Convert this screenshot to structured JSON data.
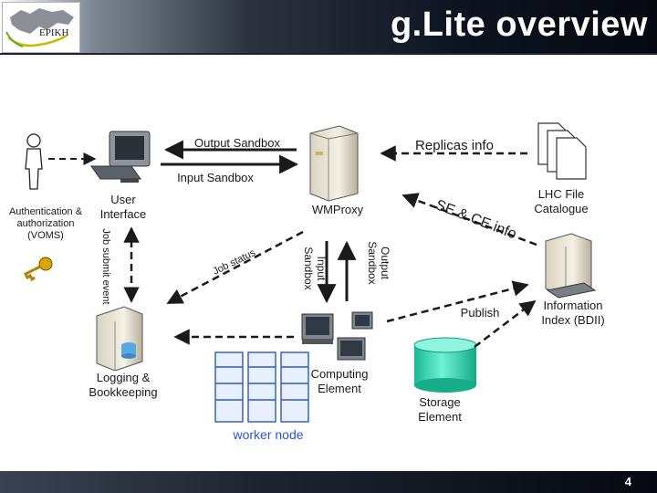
{
  "title": "g.Lite overview",
  "logo": {
    "text": "EPIKH"
  },
  "page_number": "4",
  "nodes": {
    "auth": [
      "Authentication &",
      "authorization",
      "(VOMS)"
    ],
    "ui": [
      "User",
      "Interface"
    ],
    "wmproxy": "WMProxy",
    "lhc": [
      "LHC File",
      "Catalogue"
    ],
    "info": [
      "Information",
      "Index (BDII)"
    ],
    "logging": [
      "Logging  &",
      "Bookkeeping"
    ],
    "ce": [
      "Computing",
      "Element"
    ],
    "storage": [
      "Storage",
      "Element"
    ],
    "worker": "worker node"
  },
  "edges": {
    "output_sandbox_top": "Output Sandbox",
    "input_sandbox_top": "Input Sandbox",
    "replicas": "Replicas info",
    "se_ce": "SE & CE info",
    "job_status": "Job status",
    "job_submit": "Job submit event",
    "input_sandbox_v": [
      "Input",
      "Sandbox"
    ],
    "output_sandbox_v": [
      "Output",
      "Sandbox"
    ],
    "publish": "Publish"
  },
  "colors": {
    "accent": "#1a1a1a",
    "storage": "#2fd9b5",
    "worker_text": "#2b55d6"
  },
  "icons": [
    "person-icon",
    "key-icon",
    "computer-icon",
    "server-icon",
    "documents-icon",
    "database-icon",
    "rack-icon"
  ]
}
